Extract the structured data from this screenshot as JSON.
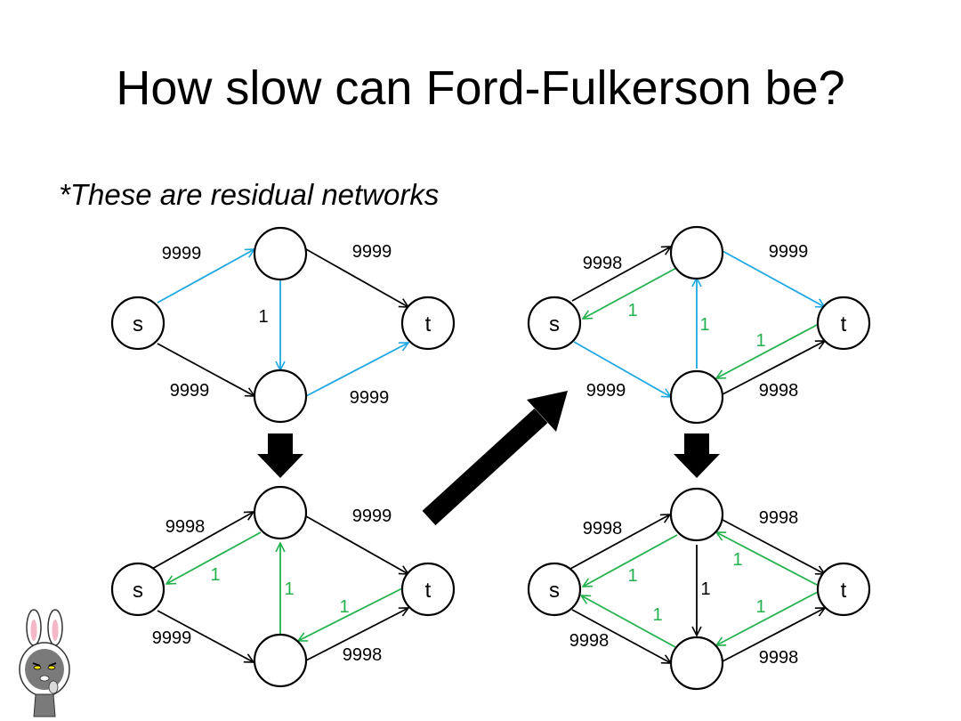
{
  "slide": {
    "title": "How slow can Ford-Fulkerson be?",
    "subtitle": "*These are residual networks"
  },
  "colors": {
    "black": "#000000",
    "blue": "#1ea7e1",
    "green": "#22b14c"
  },
  "icons": [
    "down-arrow-icon",
    "diagonal-arrow-icon",
    "bunny-mascot-icon"
  ],
  "networks": [
    {
      "id": "network-1",
      "node_labels": {
        "s": "s",
        "t": "t"
      },
      "edges": [
        {
          "id": "s-a",
          "color": "blue",
          "label": "9999"
        },
        {
          "id": "a-t",
          "color": "black",
          "label": "9999"
        },
        {
          "id": "a-b",
          "color": "blue",
          "label": "1"
        },
        {
          "id": "s-b",
          "color": "black",
          "label": "9999"
        },
        {
          "id": "b-t",
          "color": "blue",
          "label": "9999"
        }
      ]
    },
    {
      "id": "network-2",
      "node_labels": {
        "s": "s",
        "t": "t"
      },
      "edges": [
        {
          "id": "s-a",
          "color": "black",
          "label": "9998"
        },
        {
          "id": "a-s",
          "color": "green",
          "label": "1"
        },
        {
          "id": "a-t",
          "color": "black",
          "label": "9999"
        },
        {
          "id": "b-a",
          "color": "green",
          "label": "1"
        },
        {
          "id": "t-b",
          "color": "green",
          "label": "1"
        },
        {
          "id": "s-b",
          "color": "black",
          "label": "9999"
        },
        {
          "id": "b-t",
          "color": "black",
          "label": "9998"
        }
      ]
    },
    {
      "id": "network-3",
      "node_labels": {
        "s": "s",
        "t": "t"
      },
      "edges": [
        {
          "id": "s-a",
          "color": "black",
          "label": "9998"
        },
        {
          "id": "a-s",
          "color": "green",
          "label": "1"
        },
        {
          "id": "a-t",
          "color": "blue",
          "label": "9999"
        },
        {
          "id": "b-a",
          "color": "blue",
          "label": "1"
        },
        {
          "id": "t-b",
          "color": "green",
          "label": "1"
        },
        {
          "id": "s-b",
          "color": "blue",
          "label": "9999"
        },
        {
          "id": "b-t",
          "color": "black",
          "label": "9998"
        }
      ]
    },
    {
      "id": "network-4",
      "node_labels": {
        "s": "s",
        "t": "t"
      },
      "edges": [
        {
          "id": "s-a",
          "color": "black",
          "label": "9998"
        },
        {
          "id": "a-s",
          "color": "green",
          "label": "1"
        },
        {
          "id": "a-t",
          "color": "black",
          "label": "9998"
        },
        {
          "id": "t-a",
          "color": "green",
          "label": "1"
        },
        {
          "id": "a-b",
          "color": "black",
          "label": "1"
        },
        {
          "id": "b-s",
          "color": "green",
          "label": "1"
        },
        {
          "id": "s-b",
          "color": "black",
          "label": "9998"
        },
        {
          "id": "t-b",
          "color": "green",
          "label": "1"
        },
        {
          "id": "b-t",
          "color": "black",
          "label": "9998"
        }
      ]
    }
  ]
}
